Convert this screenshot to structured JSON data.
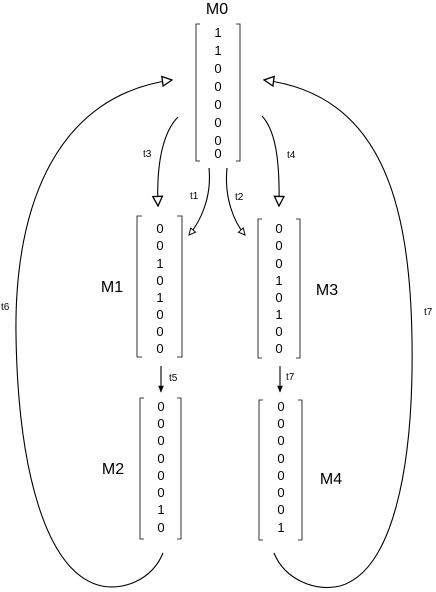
{
  "diagram": {
    "markings": [
      {
        "name": "M0",
        "values": [
          "1",
          "1",
          "0",
          "0",
          "0",
          "0",
          "0",
          "0"
        ]
      },
      {
        "name": "M1",
        "values": [
          "0",
          "0",
          "1",
          "0",
          "1",
          "0",
          "0",
          "0"
        ]
      },
      {
        "name": "M2",
        "values": [
          "0",
          "0",
          "0",
          "0",
          "0",
          "0",
          "1",
          "0"
        ]
      },
      {
        "name": "M3",
        "values": [
          "0",
          "0",
          "0",
          "1",
          "0",
          "1",
          "0",
          "0"
        ]
      },
      {
        "name": "M4",
        "values": [
          "0",
          "0",
          "0",
          "0",
          "0",
          "0",
          "0",
          "1"
        ]
      }
    ],
    "transitions": [
      {
        "label": "t1",
        "from": "M0",
        "to": "M1"
      },
      {
        "label": "t2",
        "from": "M0",
        "to": "M3"
      },
      {
        "label": "t3",
        "from": "M0",
        "to": "M1"
      },
      {
        "label": "t4",
        "from": "M0",
        "to": "M3"
      },
      {
        "label": "t5",
        "from": "M1",
        "to": "M2"
      },
      {
        "label": "t7",
        "from": "M3",
        "to": "M4"
      },
      {
        "label": "t6",
        "from": "M2",
        "to": "M0"
      },
      {
        "label": "t7",
        "from": "M4",
        "to": "M0"
      }
    ]
  }
}
